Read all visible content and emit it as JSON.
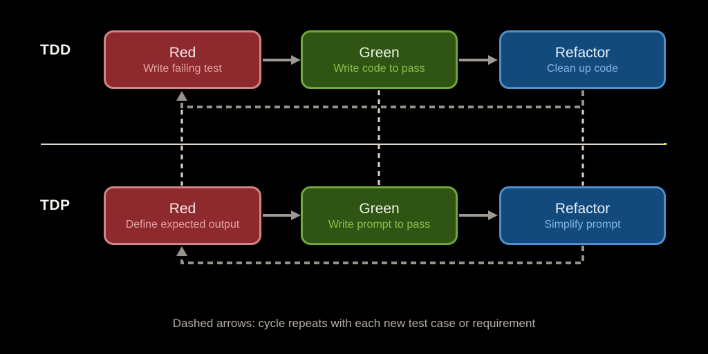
{
  "canvas": {
    "background": "#000000"
  },
  "rows": [
    {
      "label": "TDD",
      "boxes": [
        {
          "title": "Red",
          "subtitle": "Write failing test",
          "fill": "#8e2a2e",
          "border": "#d28585",
          "title_color": "#f3e9e9",
          "subtitle_color": "#e0a4a4"
        },
        {
          "title": "Green",
          "subtitle": "Write code to pass",
          "fill": "#2f5413",
          "border": "#71a83e",
          "title_color": "#ecf1e4",
          "subtitle_color": "#8fc14b"
        },
        {
          "title": "Refactor",
          "subtitle": "Clean up code",
          "fill": "#134a7c",
          "border": "#528fcd",
          "title_color": "#e8eef6",
          "subtitle_color": "#83b3e2"
        }
      ]
    },
    {
      "label": "TDP",
      "boxes": [
        {
          "title": "Red",
          "subtitle": "Define expected output",
          "fill": "#8e2a2e",
          "border": "#d28585",
          "title_color": "#f3e9e9",
          "subtitle_color": "#e0a4a4"
        },
        {
          "title": "Green",
          "subtitle": "Write prompt to pass",
          "fill": "#2f5413",
          "border": "#71a83e",
          "title_color": "#ecf1e4",
          "subtitle_color": "#8fc14b"
        },
        {
          "title": "Refactor",
          "subtitle": "Simplify prompt",
          "fill": "#134a7c",
          "border": "#528fcd",
          "title_color": "#e8eef6",
          "subtitle_color": "#83b3e2"
        }
      ]
    }
  ],
  "caption": "Dashed arrows: cycle repeats with each new test case or requirement",
  "colors": {
    "row_label": "#f6f3ee",
    "solid_arrow": "#9e9a92",
    "loop_dash": "#98938b",
    "connector_dash": "#ddd5c9",
    "divider": "#ded6cb",
    "divider_end_dot": "#f5ee00",
    "caption_text": "#b4ada2"
  }
}
